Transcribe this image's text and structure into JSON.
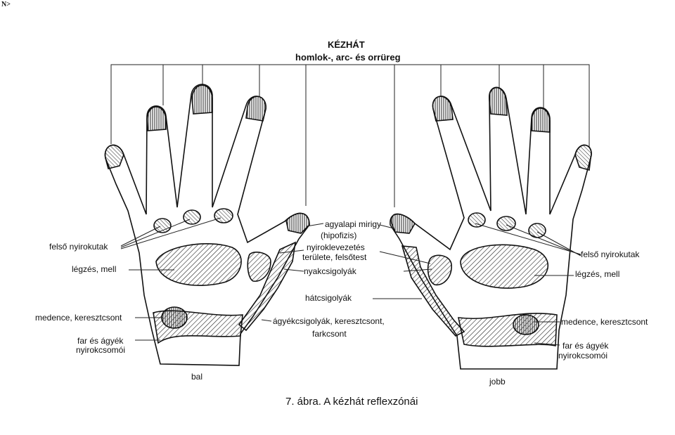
{
  "corner_mark": "N>",
  "title": "KÉZHÁT",
  "subtitle": "homlok-, arc- és orrüreg",
  "center_labels": {
    "pituitary_line1": "agyalapi mirigy",
    "pituitary_line2": "(hipofizis)",
    "lymph_drain_line1": "nyiroklevezetés",
    "lymph_drain_line2": "területe, felsőtest",
    "cervical": "nyakcsigolyák",
    "thoracic": "hátcsigolyák",
    "lumbar_line1": "ágyékcsigolyák, keresztcsont,",
    "lumbar_line2": "farkcsont"
  },
  "left_labels": {
    "upper_lymph": "felső nyirokutak",
    "breathing_chest": "légzés, mell",
    "pelvis_sacrum": "medence, keresztcsont",
    "hip_lymph_line1": "far és ágyék",
    "hip_lymph_line2": "nyirokcsomói",
    "hand_name": "bal"
  },
  "right_labels": {
    "upper_lymph": "felső nyirokutak",
    "breathing_chest": "légzés, mell",
    "pelvis_sacrum": "medence, keresztcsont",
    "hip_lymph_line1": "far és ágyék",
    "hip_lymph_line2": "nyirokcsomói",
    "hand_name": "jobb"
  },
  "caption": "7. ábra. A kézhát reflexzónái"
}
